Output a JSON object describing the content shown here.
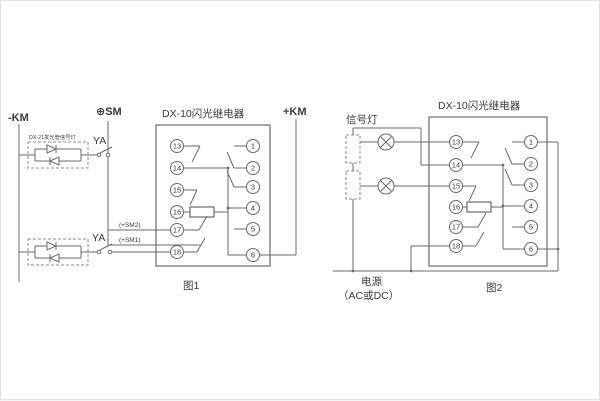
{
  "page": {
    "background": "#ffffff",
    "line_color": "#6a6a6a",
    "text_color": "#3a3a3a"
  },
  "fig1": {
    "caption": "图1",
    "labels": {
      "km_neg": "-KM",
      "led_signal": "DX-21发光管信号灯",
      "ya_top": "YA",
      "ya_bottom": "YA",
      "sm_plus": "⊕SM",
      "relay_title": "DX-10闪光继电器",
      "km_pos": "+KM",
      "sm2": "(+SM2)",
      "sm1": "(+SM1)"
    },
    "terminals_left": [
      "13",
      "14",
      "15",
      "16",
      "17",
      "18"
    ],
    "terminals_right": [
      "1",
      "2",
      "3",
      "4",
      "5",
      "6"
    ]
  },
  "fig2": {
    "caption": "图2",
    "labels": {
      "signal_lamp": "信号灯",
      "relay_title": "DX-10闪光继电器",
      "power_line1": "电源",
      "power_line2": "（AC或DC）"
    },
    "terminals_left": [
      "13",
      "14",
      "15",
      "16",
      "17",
      "18"
    ],
    "terminals_right": [
      "1",
      "2",
      "3",
      "4",
      "5",
      "6"
    ]
  }
}
